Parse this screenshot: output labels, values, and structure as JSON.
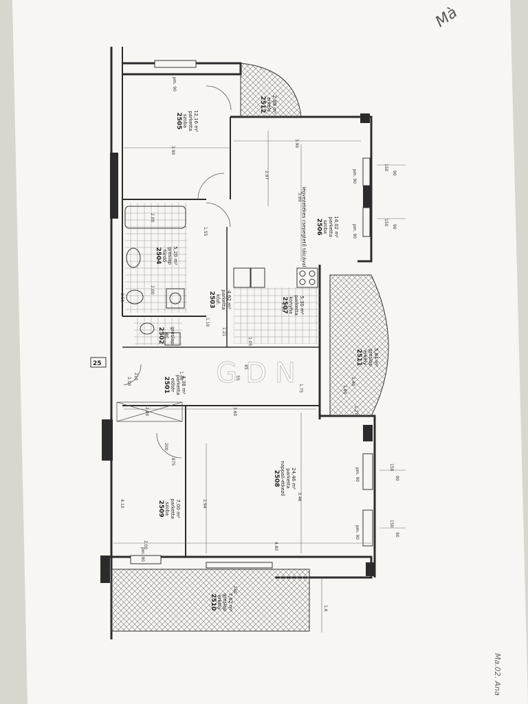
{
  "rooms": [
    {
      "id": "2505",
      "type": "szoba",
      "floor": "parketta",
      "area": "12,16 m²"
    },
    {
      "id": "2512",
      "type": "erkély",
      "floor": "",
      "area": "2,89 m²"
    },
    {
      "id": "2506",
      "type": "szoba",
      "floor": "parketta",
      "area": "14,02 m²",
      "note": "légvezetékes csepegtető tálcával"
    },
    {
      "id": "2504",
      "type": "fürdő",
      "floor": "greslap",
      "area": "5,20 m²"
    },
    {
      "id": "2503",
      "type": "közl.",
      "floor": "parketta",
      "area": "4,62 m²"
    },
    {
      "id": "2507",
      "type": "konyha",
      "floor": "parketta",
      "area": "5,30 m²"
    },
    {
      "id": "2502",
      "type": "wc",
      "floor": "greslap",
      "area": ""
    },
    {
      "id": "2511",
      "type": "erkély",
      "floor": "greslap",
      "area": "5,84 m²"
    },
    {
      "id": "2501",
      "type": "előtér",
      "floor": "parketta",
      "area": "4,38 m²"
    },
    {
      "id": "2508",
      "type": "nappali-étkező",
      "floor": "parketta",
      "area": "24,46 m²"
    },
    {
      "id": "2509",
      "type": "szoba",
      "floor": "parketta",
      "area": "7,00 m²"
    },
    {
      "id": "2510",
      "type": "erkély",
      "floor": "greslap",
      "area": "7,62 m²"
    }
  ],
  "dimensions": {
    "d1": "3.90",
    "d2": "3.60",
    "d3": "4.80",
    "d4": "3.46",
    "d5": "2.94",
    "d6": "1.40",
    "d7": "2.00",
    "d8": "1.10",
    "d9": "1.75",
    "d10": "2.97",
    "d11": "3.89",
    "d12": "2.20",
    "d13": "2.00",
    "d14": "4.10",
    "d15": "1.55",
    "d16": "2.00",
    "d17": "1.6",
    "d18": "1.27",
    "d19": "1.80",
    "d20": "2.40",
    "d21": "2.10",
    "d22": "875",
    "d23": "200",
    "d24": "150",
    "d25": "90",
    "d26": "pm. 90",
    "d27": "210",
    "d28": "240",
    "d29": "1.05",
    "d30": "55",
    "d31": "45",
    "d32": "25",
    "d33": "3.50",
    "d34": "1.21"
  },
  "watermark": "GDN",
  "marker": "25",
  "handwriting": {
    "top": "Mà",
    "bottom": "Ma.02. Ana"
  },
  "colors": {
    "paper": "#f7f6f2",
    "wall": "#2b2b2b",
    "line": "#555555",
    "background": "#d9d6cf"
  }
}
